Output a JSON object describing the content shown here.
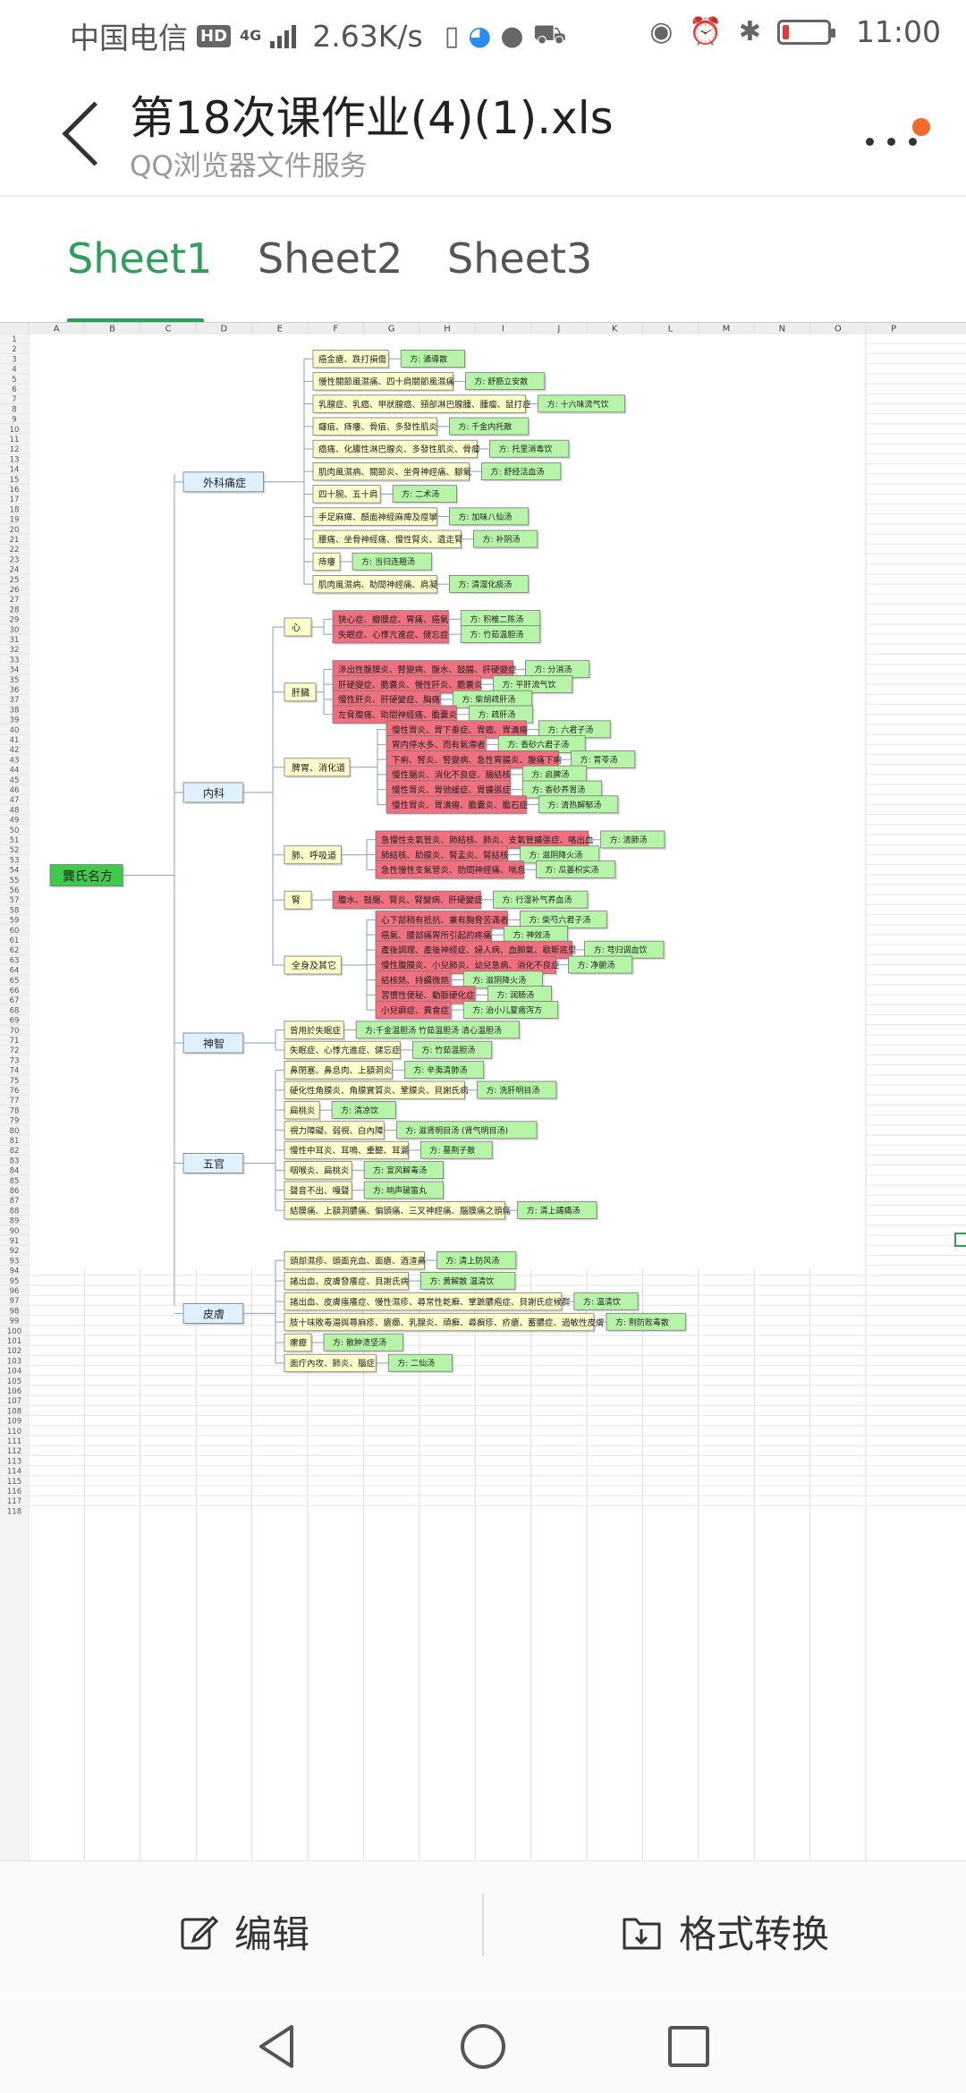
{
  "status": {
    "carrier": "中国电信",
    "hd": "HD",
    "net": "4G",
    "speed": "2.63K/s",
    "time": "11:00",
    "battery_level": 0.15,
    "battery_color": "#e53935"
  },
  "header": {
    "title": "第18次课作业(4)(1).xls",
    "subtitle": "QQ浏览器文件服务"
  },
  "tabs": [
    {
      "label": "Sheet1",
      "active": true
    },
    {
      "label": "Sheet2",
      "active": false
    },
    {
      "label": "Sheet3",
      "active": false
    }
  ],
  "colors": {
    "accent": "#2e9f5a",
    "notification_dot": "#f36b2b",
    "box_yellow": "#ffffcc",
    "box_pink": "#f07080",
    "box_green": "#b6f5a8",
    "box_blue": "#dff0ff",
    "root_green": "#3ecb4b"
  },
  "sheet": {
    "columns": [
      "A",
      "B",
      "C",
      "D",
      "E",
      "F",
      "G",
      "H",
      "I",
      "J",
      "K",
      "L",
      "M",
      "N",
      "O",
      "P"
    ],
    "row_count": 118,
    "root": "龔氏名方",
    "sections": [
      {
        "name": "外科痛症",
        "items": [
          [
            "癌金瘡、跌打損傷",
            "方: 通導散"
          ],
          [
            "慢性關節風濕痛、四十肩關節風濕痛",
            "方: 舒筋立安散"
          ],
          [
            "乳腺症、乳癌、甲狀腺癌、頸部淋巴腺腫、腫瘤、鼠打症",
            "方: 十六味流气饮"
          ],
          [
            "癰疽、痔瘻、骨疽、多發性肌炎",
            "方: 千金内托散"
          ],
          [
            "癌痛、化膿性淋巴腺炎、多發性肌炎、骨瘤",
            "方: 托里消毒饮"
          ],
          [
            "肌肉風濕病、關節炎、坐骨神經痛、腳氣",
            "方: 舒经活血汤"
          ],
          [
            "四十腕、五十肩",
            "方: 二术汤"
          ],
          [
            "手足麻痺、顏面神經麻痺及痙攣",
            "方: 加味八仙汤"
          ],
          [
            "腰痛、坐骨神經痛、慢性腎炎、遺走腎",
            "方: 补阴汤"
          ],
          [
            "痔瘻",
            "方: 当归连翘汤"
          ],
          [
            "肌肉風濕病、助間神經痛、肩凝",
            "方: 清湿化痰汤"
          ]
        ]
      },
      {
        "name": "内科",
        "groups": [
          {
            "name": "心",
            "items": [
              [
                "狭心症、瓣膜症、胃痛、癌氣",
                "方: 积椎二陈汤"
              ],
              [
                "失眠症、心悸亢進症、健忘症",
                "方: 竹茹温胆汤"
              ]
            ]
          },
          {
            "name": "肝臟",
            "items": [
              [
                "滲出性腹膜炎、腎變病、腹水、鼓腸、肝硬變症",
                "方: 分消汤"
              ],
              [
                "肝硬變症、膽囊炎、慢性肝炎、膽囊炎",
                "方: 平肝流气饮"
              ],
              [
                "慢性肝炎、肝硬變症、胸痛",
                "方: 柴胡疏肝汤"
              ],
              [
                "左脅腹痛、助間神經痛、膽囊炎",
                "方: 疏肝汤"
              ]
            ]
          },
          {
            "name": "脾胃、消化道",
            "items": [
              [
                "慢性胃炎、胃下垂症、胃癌、胃潰瘍",
                "方: 六君子汤"
              ],
              [
                "胃内停水多、而有氣滯者",
                "方: 香砂六君子汤"
              ],
              [
                "下痢、腎炎、腎變病、急性胃腸炎、腹痛下痢",
                "方: 胃苓汤"
              ],
              [
                "慢性腸炎、消化不良症、腸結核",
                "方: 启脾汤"
              ],
              [
                "慢性胃炎、胃弛緩症、胃擴張症",
                "方: 香砂养胃汤"
              ],
              [
                "慢性胃炎、胃潰瘍、膽囊炎、膽石症",
                "方: 清热解郁汤"
              ]
            ]
          },
          {
            "name": "肺、呼吸道",
            "items": [
              [
                "急慢性支氣管炎、肺結核、肺炎、支氣管擴張症、咯出血",
                "方: 清肺汤"
              ],
              [
                "肺結核、助膜炎、腎盂炎、腎結核",
                "方: 滋阴降火汤"
              ],
              [
                "急性慢性支氣管炎、肋間神經痛、喘息",
                "方: 瓜蒌枳实汤"
              ]
            ]
          },
          {
            "name": "腎",
            "items": [
              [
                "腹水、鼓腸、腎炎、腎變病、肝硬變症",
                "方: 行湿补气养血汤"
              ]
            ]
          },
          {
            "name": "全身及其它",
            "items": [
              [
                "心下部稍有抵抗、兼有胸脅苦滿者",
                "方: 柴芍六君子汤"
              ],
              [
                "癌氣、腰部痛胃所引起的疼痛",
                "方: 神效汤"
              ],
              [
                "產後調理、產後神經症、婦人病、血脚氣、歇斯底里",
                "方: 芎归调血饮"
              ],
              [
                "慢性腹膜炎、小兒肺炎、幼兒急病、消化不良症",
                "方: 净腑汤"
              ],
              [
                "結核熱、持續微熱",
                "方: 滋阴降火汤"
              ],
              [
                "習慣性便秘、動脈硬化症",
                "方: 润肠汤"
              ],
              [
                "小兒癖症、異食症",
                "方: 治小儿夏痞泻方"
              ]
            ]
          }
        ]
      },
      {
        "name": "神智",
        "items": [
          [
            "曾用於失眠症",
            "方:千金温胆汤 竹茹温胆汤 清心温胆汤"
          ],
          [
            "失眠症、心悸亢進症、健忘症",
            "方: 竹茹温胆汤"
          ]
        ]
      },
      {
        "name": "五官",
        "items": [
          [
            "鼻閉塞、鼻息肉、上額洞炎",
            "方: 辛夷清肺汤"
          ],
          [
            "硬化性角膜炎、角膜實質炎、鞏膜炎、貝謝氏病",
            "方: 洗肝明目汤"
          ],
          [
            "扁桃炎",
            "方: 清凉饮"
          ],
          [
            "視力障礙、弱視、白內障",
            "方: 滋肾明目汤 (肾气明目汤)"
          ],
          [
            "慢性中耳炎、耳鳴、重聽、耳漏",
            "方: 蔓荆子散"
          ],
          [
            "咽喉炎、扁桃炎",
            "方: 宣风解毒汤"
          ],
          [
            "聲音不出、嘎聲",
            "方: 响声破笛丸"
          ],
          [
            "結膜痛、上額洞膿痛、偏頭痛、三叉神經痛、腦膜痛之頭痛",
            "方: 清上蠲痛汤"
          ]
        ]
      },
      {
        "name": "皮膚",
        "items": [
          [
            "頭部濕疹、頭面充血、面瘡、酒渣鼻",
            "方: 清上防风汤"
          ],
          [
            "諸出血、皮膚發癢症、貝謝氏病",
            "方: 黄解散 温清饮"
          ],
          [
            "諸出血、皮膚瘙癢症、慢性濕疹、尋常性乾癬、掌蹠膿疱症、貝謝氏症候群",
            "方: 温清饮"
          ],
          [
            "肢十味敗毒湯與蕁麻疹、瘡癤、乳腺炎、頑癬、尋癬疹、疥瘡、蓄膿症、過敏性皮膚",
            "方: 荆防败毒散"
          ],
          [
            "瘰癧",
            "方: 散肿溃坚汤"
          ],
          [
            "面疔內攻、肺炎、腦症",
            "方: 二仙汤"
          ]
        ]
      }
    ]
  },
  "bottom": {
    "edit_label": "编辑",
    "convert_label": "格式转换"
  }
}
